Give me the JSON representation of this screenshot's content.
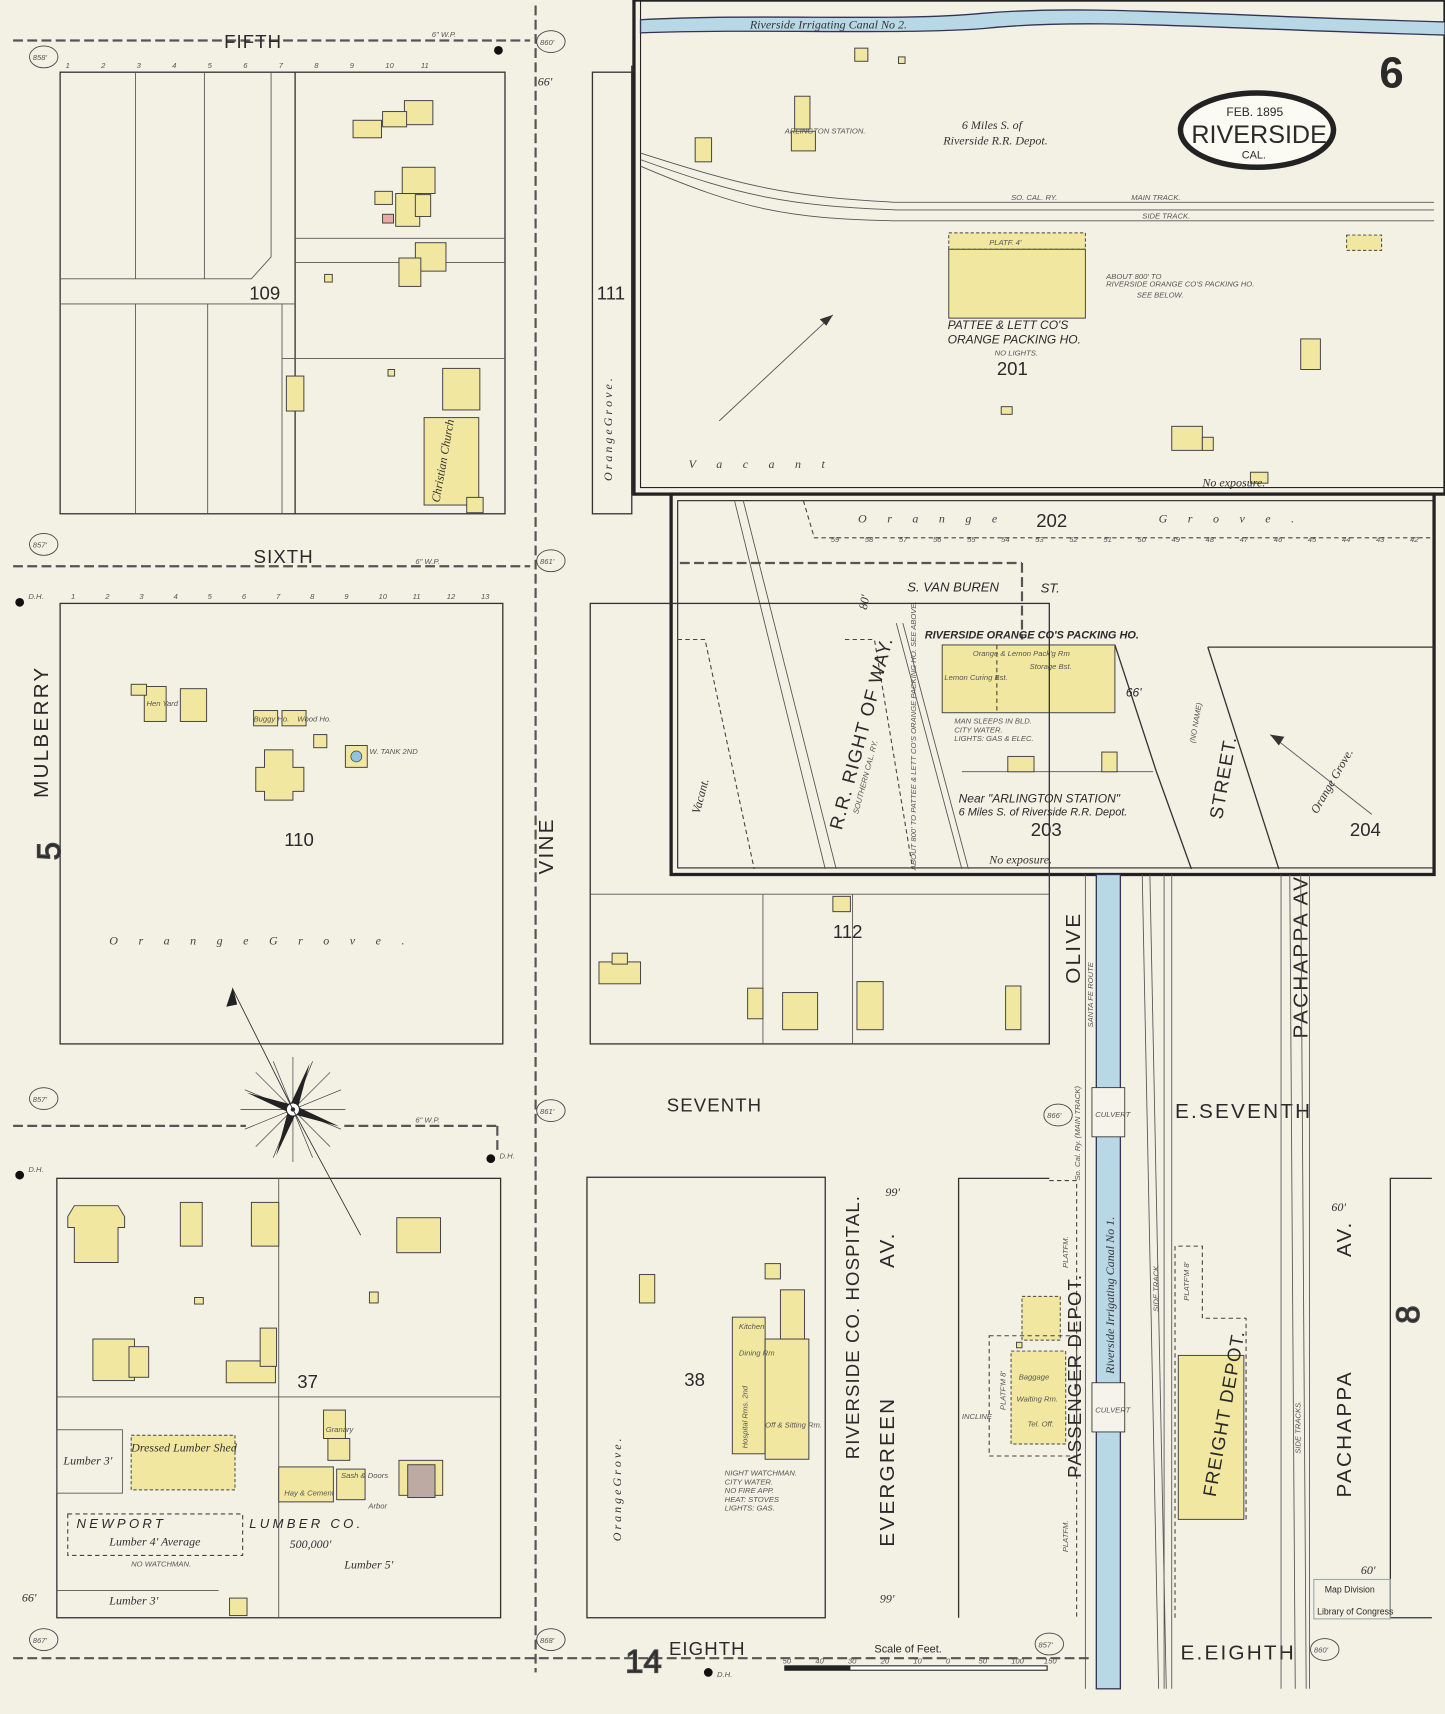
{
  "sheet": {
    "page_number": "6",
    "date": "FEB. 1895",
    "city": "RIVERSIDE",
    "state": "CAL.",
    "adjoining_sheets": {
      "left": "5",
      "right": "8",
      "bottom": "14"
    }
  },
  "colors": {
    "paper": "#f3f0e4",
    "frame_building": "#f2e7a0",
    "brick_building": "#e8a9a7",
    "stone_building": "#bcaaa3",
    "canal_water": "#b8d8e6"
  },
  "streets": {
    "fifth": "FIFTH",
    "sixth": "SIXTH",
    "seventh": "SEVENTH",
    "e_seventh": "E.SEVENTH",
    "eighth": "EIGHTH",
    "e_eighth": "E.EIGHTH",
    "mulberry": "MULBERRY",
    "vine": "VINE",
    "olive": "OLIVE",
    "evergreen": "EVERGREEN",
    "evergreen_av": "AV.",
    "pachappa_upper": "PACHAPPA AV.",
    "pachappa_lower": "PACHAPPA",
    "pachappa_av": "AV.",
    "van_buren": "S. VAN BUREN",
    "van_buren_st": "ST.",
    "street_no_name": "STREET.",
    "no_name": "(NO NAME)"
  },
  "blocks": {
    "b109": "109",
    "b110": "110",
    "b111": "111",
    "b112": "112",
    "b37": "37",
    "b38": "38",
    "b201": "201",
    "b202": "202",
    "b203": "203",
    "b204": "204"
  },
  "labels": {
    "canal2": "Riverside Irrigating Canal No 2.",
    "canal1": "Riverside Irrigating Canal No 1.",
    "six_miles": "6 Miles S. of",
    "rr_depot": "Riverside R.R. Depot.",
    "arlington_station": "ARLINGTON STATION.",
    "so_cal_ry": "SO. CAL. RY.",
    "main_track": "MAIN TRACK.",
    "side_track": "SIDE TRACK.",
    "platf": "PLATF. 4'",
    "pattee_1": "PATTEE & LETT CO'S",
    "pattee_2": "ORANGE PACKING HO.",
    "no_lights": "NO LIGHTS.",
    "about_800_1": "ABOUT 800' TO",
    "about_800_2": "RIVERSIDE ORANGE CO'S PACKING HO.",
    "see_below": "SEE BELOW.",
    "vacant": "V a c a n t",
    "no_exposure": "No exposure.",
    "orange": "O r a n g e",
    "grove": "G r o v e .",
    "orange_grove": "O r a n g e     G r o v e .",
    "riverside_orange": "RIVERSIDE ORANGE CO'S PACKING HO.",
    "orange_lemon": "Orange & Lemon Pack'g Rm",
    "storage": "Storage Bst.",
    "lemon_curing": "Lemon Curing Bst.",
    "man_sleeps": "MAN SLEEPS IN BLD.",
    "city_water": "CITY WATER.",
    "lights_gas": "LIGHTS: GAS & ELEC.",
    "near_arlington": "Near \"ARLINGTON STATION\"",
    "six_miles_full": "6 Miles S. of Riverside R.R. Depot.",
    "rr_right_of_way": "R.R. RIGHT OF WAY.",
    "southern_cal": "SOUTHERN CAL. RY.",
    "vacant_v": "Vacant.",
    "about_800_pattee": "ABOUT 800' TO PATTEE & LETT CO'S ORANGE PACKING HO. SEE ABOVE.",
    "christian_church": "Christian Church",
    "buggy": "Buggy Ho.",
    "wood": "Wood Ho.",
    "w_tank": "W. TANK 2ND",
    "hen_yard": "Hen Yard",
    "dressed_lumber": "Dressed Lumber Shed",
    "lumber3": "Lumber 3'",
    "lumber4": "Lumber 4' Average",
    "lumber5": "Lumber 5'",
    "newport": "NEWPORT",
    "lumber_co": "LUMBER   CO.",
    "amount": "500,000'",
    "no_watchman": "NO WATCHMAN.",
    "granary": "Granary",
    "hay_cement": "Hay & Cement",
    "sash_doors": "Sash & Doors",
    "arbor": "Arbor",
    "hospital": "RIVERSIDE CO. HOSPITAL.",
    "hospital_notes": [
      "NIGHT WATCHMAN.",
      "CITY WATER.",
      "NO FIRE APP.",
      "HEAT: STOVES",
      "LIGHTS: GAS."
    ],
    "kitchen": "Kitchen",
    "dining": "Dining Rm",
    "hospital_rms": "Hospital Rms. 2nd",
    "sitting": "Off & Sitting Rm.",
    "passenger_depot": "PASSENGER DEPOT.",
    "freight_depot": "FREIGHT DEPOT.",
    "baggage": "Baggage",
    "waiting": "Waiting Rm.",
    "tel_off": "Tel. Off.",
    "culvert": "CULVERT",
    "side_tracks": "SIDE TRACKS.",
    "so_cal_main": "So. Cal. Ry. (MAIN TRACK)",
    "santa_fe": "SANTA FE ROUTE",
    "platform": "PLATFM.",
    "platf8": "PLATF'M 8'",
    "incline": "INCLINE",
    "scale_title": "Scale of Feet.",
    "stamp_1": "Map Division",
    "stamp_2": "Library of Congress",
    "wp6": "6\" W.P.",
    "dh": "D.H.",
    "grove_v": "Orange Grove."
  },
  "dimensions": {
    "d66": "66'",
    "d80": "80'",
    "d99": "99'",
    "d60": "60'"
  },
  "elevations": [
    "858'",
    "860'",
    "857'",
    "861'",
    "857'",
    "861'",
    "866'",
    "867'",
    "868'",
    "857'",
    "860'"
  ],
  "lot_numbers": {
    "b109_top": [
      "1",
      "2",
      "3",
      "4",
      "5",
      "6",
      "7",
      "8",
      "9",
      "10",
      "11"
    ],
    "b110_top": [
      "1",
      "2",
      "3",
      "4",
      "5",
      "6",
      "7",
      "8",
      "9",
      "10",
      "11",
      "12",
      "13"
    ],
    "b202_bottom": [
      "59",
      "58",
      "57",
      "56",
      "55",
      "54",
      "53",
      "52",
      "51",
      "50",
      "49",
      "48",
      "47",
      "46",
      "45",
      "44",
      "43",
      "42"
    ]
  },
  "scale": {
    "ticks": [
      "50",
      "40",
      "30",
      "20",
      "10",
      "0",
      "50",
      "100",
      "150"
    ]
  }
}
